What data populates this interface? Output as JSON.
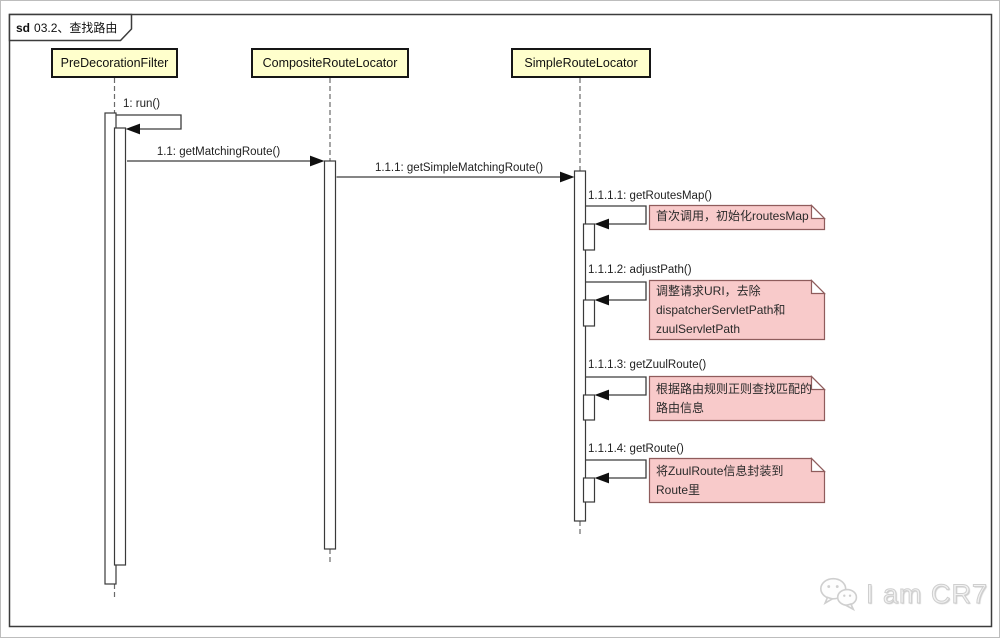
{
  "frame": {
    "keyword": "sd",
    "title": "03.2、查找路由"
  },
  "lifelines": [
    {
      "name": "PreDecorationFilter"
    },
    {
      "name": "CompositeRouteLocator"
    },
    {
      "name": "SimpleRouteLocator"
    }
  ],
  "messages": [
    {
      "label": "1: run()"
    },
    {
      "label": "1.1: getMatchingRoute()"
    },
    {
      "label": "1.1.1: getSimpleMatchingRoute()"
    },
    {
      "label": "1.1.1.1: getRoutesMap()"
    },
    {
      "label": "1.1.1.2: adjustPath()"
    },
    {
      "label": "1.1.1.3: getZuulRoute()"
    },
    {
      "label": "1.1.1.4: getRoute()"
    }
  ],
  "notes": [
    {
      "text": "首次调用，初始化routesMap"
    },
    {
      "text": "调整请求URI，去除\ndispatcherServletPath和\nzuulServletPath"
    },
    {
      "text": "根据路由规则正则查找匹配的\n路由信息"
    },
    {
      "text": "将ZuulRoute信息封装到\nRoute里"
    }
  ],
  "watermark": {
    "text": "I am CR7",
    "icon": "wechat-icon"
  },
  "colors": {
    "actor_fill": "#ffffcc",
    "actor_border": "#161616",
    "note_fill": "#f8caca",
    "note_border": "#8f5c5c",
    "line": "#3c3c3c",
    "lifeline_dash": "#6a6a6a",
    "watermark": "#d9d9d9"
  }
}
